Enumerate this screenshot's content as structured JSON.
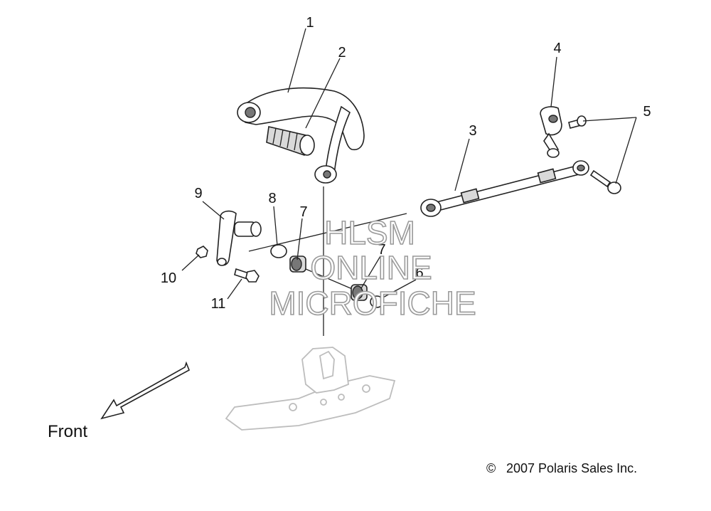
{
  "callouts": [
    {
      "id": "1",
      "label": "1"
    },
    {
      "id": "2",
      "label": "2"
    },
    {
      "id": "3",
      "label": "3"
    },
    {
      "id": "4",
      "label": "4"
    },
    {
      "id": "5",
      "label": "5"
    },
    {
      "id": "6",
      "label": "6"
    },
    {
      "id": "7a",
      "label": "7"
    },
    {
      "id": "7b",
      "label": "7"
    },
    {
      "id": "8",
      "label": "8"
    },
    {
      "id": "9",
      "label": "9"
    },
    {
      "id": "10",
      "label": "10"
    },
    {
      "id": "11",
      "label": "11"
    }
  ],
  "direction_label": "Front",
  "copyright": {
    "symbol": "©",
    "text": "2007 Polaris Sales Inc."
  },
  "watermark": {
    "line1": "HLSM",
    "line2": "ONLINE",
    "line3": "MICROFICHE"
  }
}
